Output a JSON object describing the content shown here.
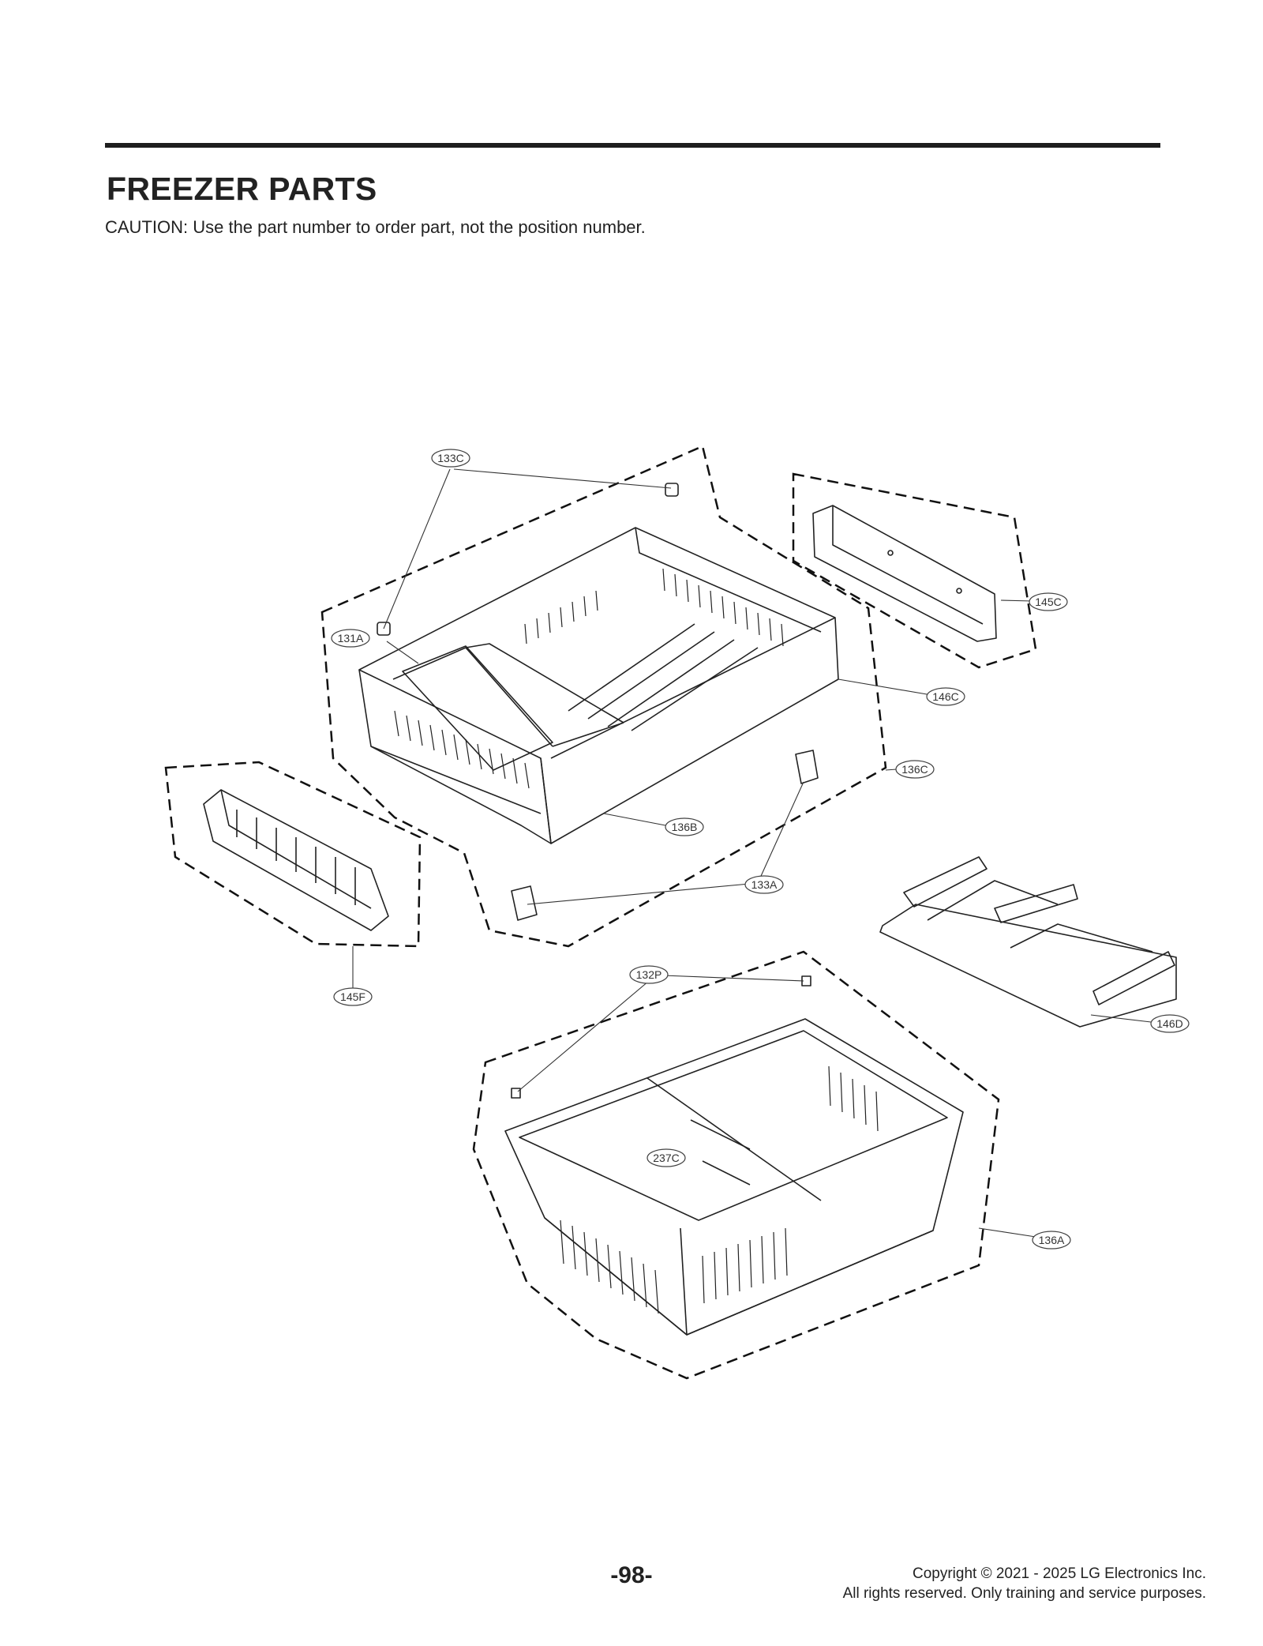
{
  "header": {
    "title": "FREEZER PARTS",
    "caution": "CAUTION: Use the part number to order part, not the position number."
  },
  "diagram": {
    "callouts": [
      "133C",
      "131A",
      "145C",
      "146C",
      "136C",
      "136B",
      "133A",
      "145F",
      "132P",
      "146D",
      "237C",
      "136A"
    ]
  },
  "footer": {
    "page_number": "-98-",
    "copyright_line1": "Copyright © 2021 - 2025 LG Electronics Inc.",
    "copyright_line2": "All rights reserved. Only training and service purposes."
  }
}
